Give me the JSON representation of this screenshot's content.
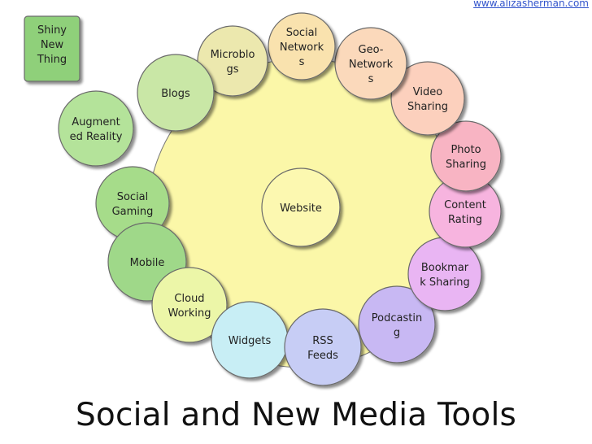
{
  "url_text": "www.alizasherman.com",
  "title": "Social and New Media Tools",
  "hub": {
    "lines": [
      "Website"
    ],
    "fill": "#fcf8b0"
  },
  "big_circle_fill": "#fbf7a8",
  "nodes": [
    {
      "id": "shiny-new-thing",
      "lines": [
        "Shiny",
        "New",
        "Thing"
      ],
      "fill": "#8fd07a",
      "shape": "rect"
    },
    {
      "id": "augmented-reality",
      "lines": [
        "Augment",
        "ed Reality"
      ],
      "fill": "#b4e39a"
    },
    {
      "id": "social-gaming",
      "lines": [
        "Social",
        "Gaming"
      ],
      "fill": "#a6dc8a"
    },
    {
      "id": "mobile",
      "lines": [
        "Mobile"
      ],
      "fill": "#9fd889"
    },
    {
      "id": "cloud-working",
      "lines": [
        "Cloud",
        "Working"
      ],
      "fill": "#ecf6a8"
    },
    {
      "id": "widgets",
      "lines": [
        "Widgets"
      ],
      "fill": "#c8eef5"
    },
    {
      "id": "rss-feeds",
      "lines": [
        "RSS",
        "Feeds"
      ],
      "fill": "#c7cdf5"
    },
    {
      "id": "podcasting",
      "lines": [
        "Podcastin",
        "g"
      ],
      "fill": "#c8b8f3"
    },
    {
      "id": "bookmark-sharing",
      "lines": [
        "Bookmar",
        "k Sharing"
      ],
      "fill": "#e9b5f3"
    },
    {
      "id": "content-rating",
      "lines": [
        "Content",
        "Rating"
      ],
      "fill": "#f7b4df"
    },
    {
      "id": "photo-sharing",
      "lines": [
        "Photo",
        "Sharing"
      ],
      "fill": "#f8b4c3"
    },
    {
      "id": "video-sharing",
      "lines": [
        "Video",
        "Sharing"
      ],
      "fill": "#fcd0bd"
    },
    {
      "id": "geo-networks",
      "lines": [
        "Geo-",
        "Network",
        "s"
      ],
      "fill": "#fbd9bb"
    },
    {
      "id": "social-networks",
      "lines": [
        "Social",
        "Network",
        "s"
      ],
      "fill": "#f9e2ae"
    },
    {
      "id": "microblogs",
      "lines": [
        "Microblo",
        "gs"
      ],
      "fill": "#ece8ae"
    },
    {
      "id": "blogs",
      "lines": [
        "Blogs"
      ],
      "fill": "#c9e7a6"
    }
  ]
}
